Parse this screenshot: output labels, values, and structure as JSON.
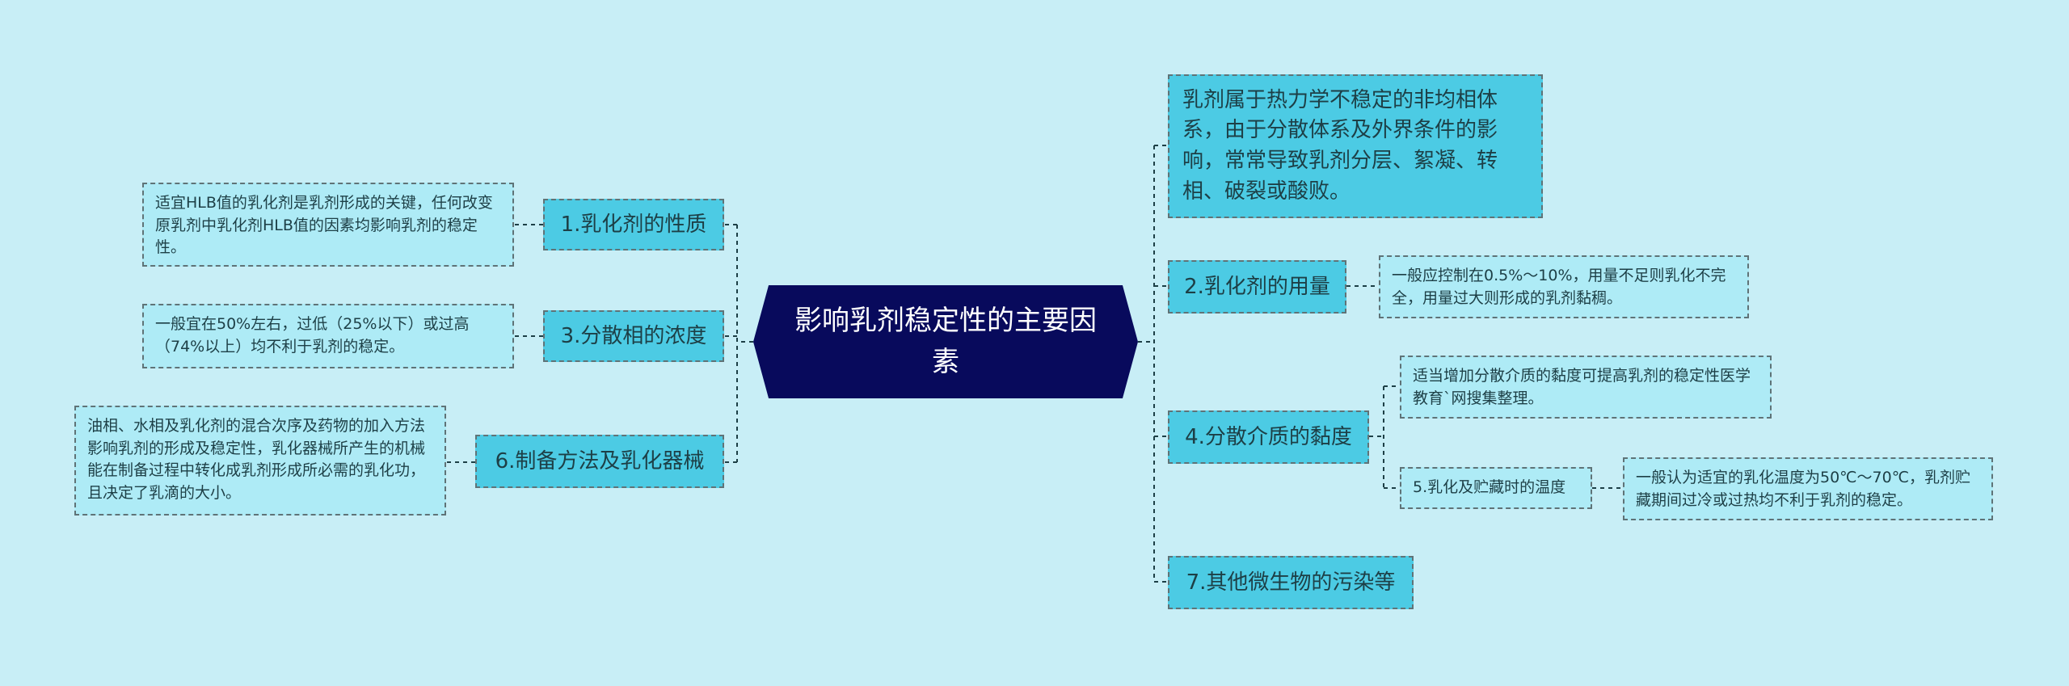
{
  "center": "影响乳剂稳定性的主要因素",
  "left_topics": [
    {
      "label": "1.乳化剂的性质",
      "detail": "适宜HLB值的乳化剂是乳剂形成的关键，任何改变原乳剂中乳化剂HLB值的因素均影响乳剂的稳定性。"
    },
    {
      "label": "3.分散相的浓度",
      "detail": "一般宜在50%左右，过低（25%以下）或过高（74%以上）均不利于乳剂的稳定。"
    },
    {
      "label": "6.制备方法及乳化器械",
      "detail": "油相、水相及乳化剂的混合次序及药物的加入方法影响乳剂的形成及稳定性，乳化器械所产生的机械能在制备过程中转化成乳剂形成所必需的乳化功，且决定了乳滴的大小。"
    }
  ],
  "right_topics": {
    "intro": "乳剂属于热力学不稳定的非均相体系，由于分散体系及外界条件的影响，常常导致乳剂分层、絮凝、转相、破裂或酸败。",
    "t2": {
      "label": "2.乳化剂的用量",
      "detail": "一般应控制在0.5%～10%，用量不足则乳化不完全，用量过大则形成的乳剂黏稠。"
    },
    "t4": {
      "label": "4.分散介质的黏度",
      "detail": "适当增加分散介质的黏度可提高乳剂的稳定性医学教育`网搜集整理。",
      "sub_label": "5.乳化及贮藏时的温度",
      "sub_detail": "一般认为适宜的乳化温度为50℃～70℃，乳剂贮藏期间过冷或过热均不利于乳剂的稳定。"
    },
    "t7": {
      "label": "7.其他微生物的污染等"
    }
  }
}
